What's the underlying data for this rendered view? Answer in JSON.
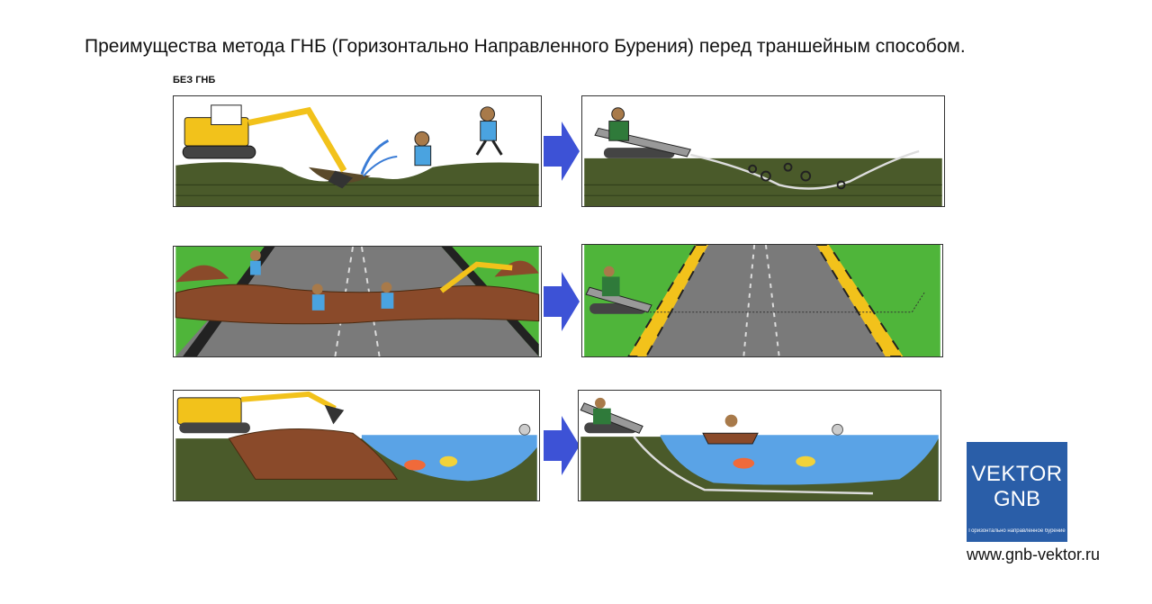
{
  "title": "Преимущества метода ГНБ (Горизонтально Направленного Бурения)  перед траншейным способом.",
  "subheading": "БЕЗ ГНБ",
  "logo": {
    "line1": "VEKTOR",
    "line2": "GNB",
    "tagline": "Горизонтально направленное бурение"
  },
  "website": "www.gnb-vektor.ru",
  "colors": {
    "soil": "#4a5a2a",
    "grass": "#4fb53a",
    "road": "#7a7a7a",
    "water": "#5aa3e6",
    "excavator": "#f2c21b",
    "arrow": "#3d52d6",
    "logo": "#2a5ea8"
  }
}
